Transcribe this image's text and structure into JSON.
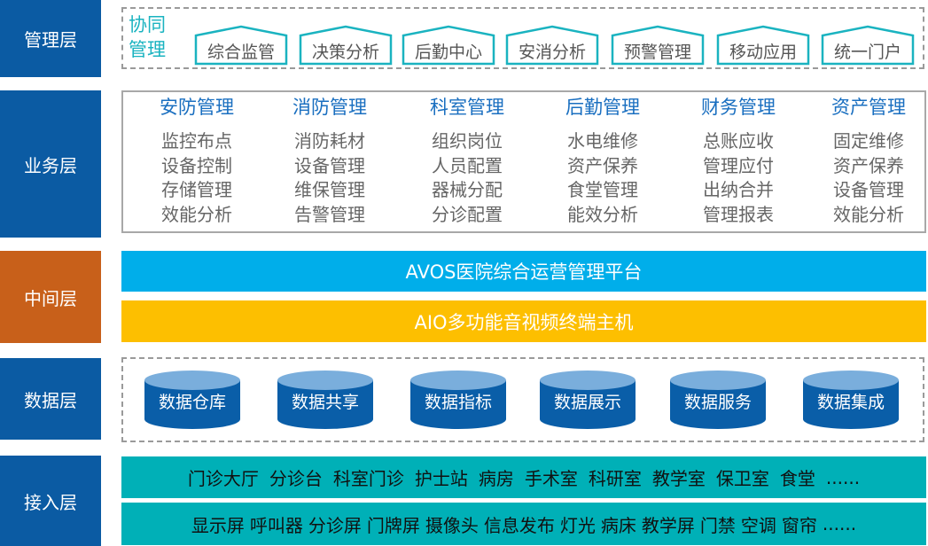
{
  "layers": [
    "管理层",
    "业务层",
    "中间层",
    "数据层",
    "接入层"
  ],
  "colors": {
    "layer_blue": "#0b5ba3",
    "layer_orange": "#c8601a",
    "teal": "#1ab3c0",
    "avos": "#00aeea",
    "aio": "#fdbf00",
    "cyl_top": "#7aaedc",
    "cyl_body": "#0a5ea8",
    "access": "#00b0b7"
  },
  "management": {
    "title_line1": "协同",
    "title_line2": "管理",
    "items": [
      "综合监管",
      "决策分析",
      "后勤中心",
      "安消分析",
      "预警管理",
      "移动应用",
      "统一门户"
    ]
  },
  "business": [
    {
      "title": "安防管理",
      "items": [
        "监控布点",
        "设备控制",
        "存储管理",
        "效能分析"
      ]
    },
    {
      "title": "消防管理",
      "items": [
        "消防耗材",
        "设备管理",
        "维保管理",
        "告警管理"
      ]
    },
    {
      "title": "科室管理",
      "items": [
        "组织岗位",
        "人员配置",
        "器械分配",
        "分诊配置"
      ]
    },
    {
      "title": "后勤管理",
      "items": [
        "水电维修",
        "资产保养",
        "食堂管理",
        "能效分析"
      ]
    },
    {
      "title": "财务管理",
      "items": [
        "总账应收",
        "管理应付",
        "出纳合并",
        "管理报表"
      ]
    },
    {
      "title": "资产管理",
      "items": [
        "固定维修",
        "资产保养",
        "设备管理",
        "效能分析"
      ]
    }
  ],
  "middle": {
    "platform": "AVOS医院综合运营管理平台",
    "host": "AIO多功能音视频终端主机"
  },
  "data": [
    "数据仓库",
    "数据共享",
    "数据指标",
    "数据展示",
    "数据服务",
    "数据集成"
  ],
  "access": {
    "places": [
      "门诊大厅",
      "分诊台",
      "科室门诊",
      "护士站",
      "病房",
      "手术室",
      "科研室",
      "教学室",
      "保卫室",
      "食堂",
      "......"
    ],
    "devices": [
      "显示屏",
      "呼叫器",
      "分诊屏",
      "门牌屏",
      "摄像头",
      "信息发布",
      "灯光",
      "病床",
      "教学屏",
      "门禁",
      "空调",
      "窗帘",
      "......"
    ]
  }
}
